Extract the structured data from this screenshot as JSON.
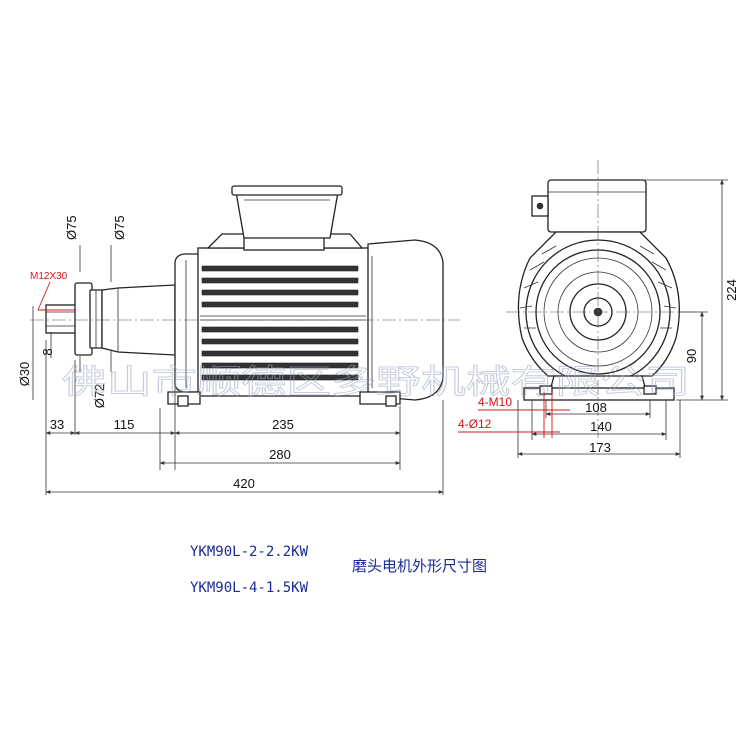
{
  "drawing": {
    "watermark": "佛山市顺德区多野机械有限公司",
    "models": [
      "YKM90L-2-2.2KW",
      "YKM90L-4-1.5KW"
    ],
    "title": "磨头电机外形尺寸图"
  },
  "side_view": {
    "dims": {
      "d75_a": "Ø75",
      "d75_b": "Ø75",
      "thread": "M12X30",
      "d30": "Ø30",
      "key": "8",
      "d72": "Ø72",
      "l33": "33",
      "l115": "115",
      "l235": "235",
      "l280": "280",
      "l420": "420"
    }
  },
  "end_view": {
    "dims": {
      "h224": "224",
      "h90": "90",
      "bolts_m10": "4-M10",
      "holes_d12": "4-Ø12",
      "w108": "108",
      "w140": "140",
      "w173": "173"
    }
  }
}
